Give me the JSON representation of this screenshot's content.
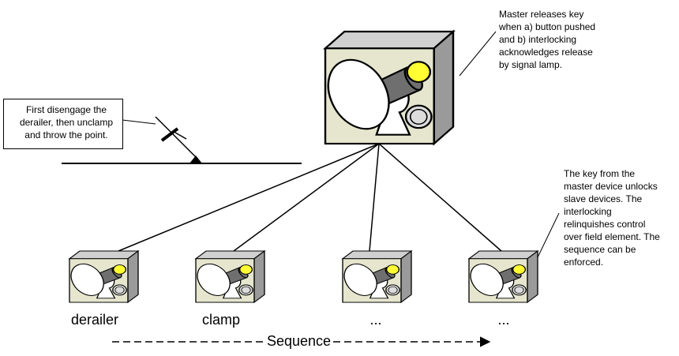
{
  "callouts": {
    "left_note": "First disengage the\nderailer, then unclamp\nand throw the point.",
    "master_note": "Master releases key\nwhen a) button pushed\nand b) interlocking\nacknowledges release\nby signal lamp.",
    "slave_note": "The key from the\nmaster device unlocks\nslave devices. The\ninterlocking\nrelinquishes control\nover field element. The\nsequence can be\nenforced."
  },
  "devices": [
    {
      "label": "derailer"
    },
    {
      "label": "clamp"
    },
    {
      "label": "..."
    },
    {
      "label": "..."
    }
  ],
  "sequence_label": "Sequence",
  "colors": {
    "box_front": "#e6e6cf",
    "box_side": "#9a9a9a",
    "box_top": "#d0d0d0",
    "lamp": "#ffff33",
    "key_shaft": "#6f6f6f",
    "line": "#000000"
  }
}
